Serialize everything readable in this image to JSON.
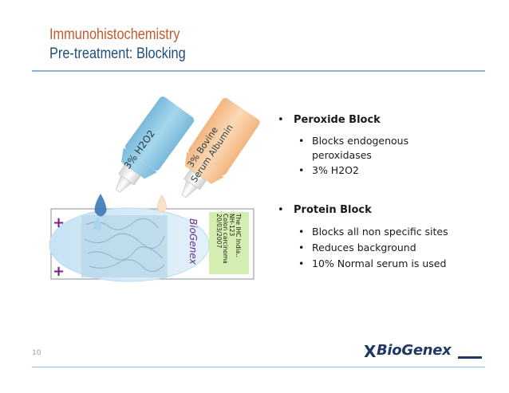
{
  "title": {
    "line1": "Immunohistochemistry",
    "line2": "Pre-treatment: Blocking"
  },
  "illustration": {
    "bottle1_label": "3% H2O2",
    "bottle2_label_line1": "3% Bovine",
    "bottle2_label_line2": "Serum Albumin",
    "slide_brand": "BioGenex",
    "slide_text": [
      "The IHC India..",
      "NH-123",
      "Colon carcinoma",
      "20/03/2007"
    ],
    "plus_sign": "+",
    "colors": {
      "bottle1": "#8fc9e3",
      "bottle2": "#f6c99a",
      "drop": "#3a78b8",
      "plus": "#7a1f86"
    }
  },
  "bullets": [
    {
      "label": "Peroxide Block",
      "sub": [
        "Blocks endogenous",
        "peroxidases",
        "3% H2O2"
      ]
    },
    {
      "label": "Protein Block",
      "sub": [
        "Blocks all non specific sites",
        "Reduces background",
        "10% Normal serum is used"
      ]
    }
  ],
  "bullet_char": "•",
  "page_number": "10",
  "logo": {
    "mark": "X",
    "name": "BioGenex"
  }
}
